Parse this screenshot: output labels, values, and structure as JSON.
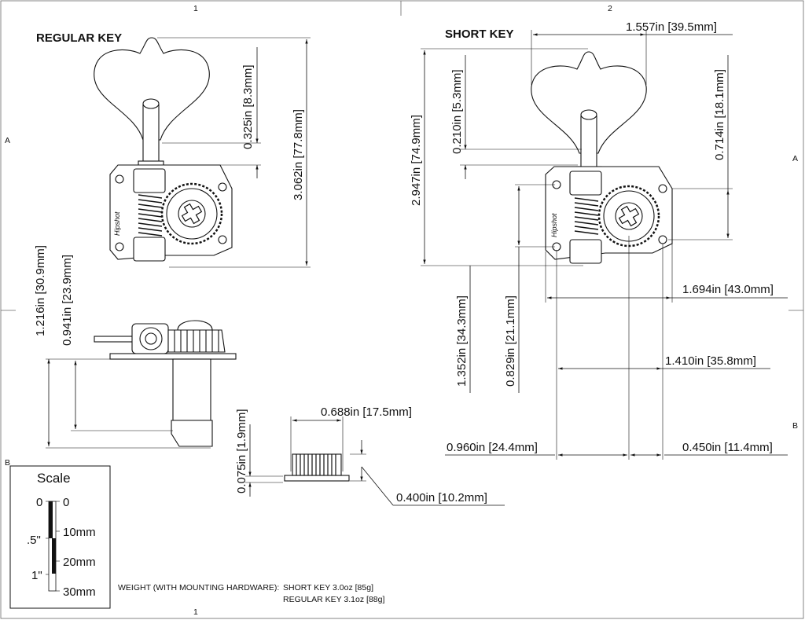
{
  "zones": {
    "top_1": "1",
    "top_2": "2",
    "bottom_1": "1",
    "left_a": "A",
    "left_b": "B",
    "right_a": "A",
    "right_b": "B"
  },
  "regular_key": {
    "title": "REGULAR KEY",
    "dim_0325": "0.325in [8.3mm]",
    "dim_3062": "3.062in [77.8mm]",
    "dim_1216": "1.216in [30.9mm]",
    "dim_0941": "0.941in [23.9mm]",
    "logo_text": "Hipshot"
  },
  "short_key": {
    "title": "SHORT KEY",
    "dim_1557": "1.557in [39.5mm]",
    "dim_0210": "0.210in [5.3mm]",
    "dim_2947": "2.947in [74.9mm]",
    "dim_0714": "0.714in [18.1mm]",
    "dim_1694": "1.694in [43.0mm]",
    "dim_1352": "1.352in [34.3mm]",
    "dim_0829": "0.829in [21.1mm]",
    "dim_1410": "1.410in [35.8mm]",
    "dim_0960": "0.960in [24.4mm]",
    "dim_0450": "0.450in [11.4mm]",
    "logo_text": "Hipshot"
  },
  "bushing": {
    "dim_0688": "0.688in [17.5mm]",
    "dim_0075": "0.075in [1.9mm]",
    "dim_0400": "0.400in [10.2mm]"
  },
  "scale": {
    "title": "Scale",
    "in_0": "0",
    "in_half": ".5\"",
    "in_1": "1\"",
    "mm_0": "0",
    "mm_10": "10mm",
    "mm_20": "20mm",
    "mm_30": "30mm"
  },
  "weight": {
    "label": "WEIGHT (WITH MOUNTING HARDWARE):",
    "short": "SHORT KEY 3.0oz [85g]",
    "regular": "REGULAR KEY 3.1oz [88g]"
  }
}
